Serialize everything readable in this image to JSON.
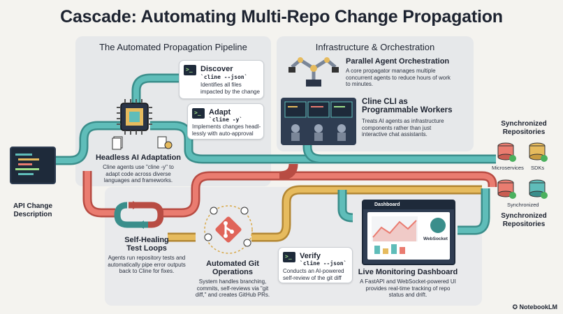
{
  "title": "Cascade: Automating Multi-Repo Change Propagation",
  "pipeline_panel_title": "The Automated Propagation Pipeline",
  "infra_panel_title": "Infrastructure & Orchestration",
  "api_change": {
    "label_line1": "API Change",
    "label_line2": "Description"
  },
  "discover": {
    "title": "Discover",
    "command": "`cline --json`",
    "desc_line1": "Identifies all files",
    "desc_line2": "impacted by the change"
  },
  "adapt": {
    "title": "Adapt",
    "command": "`cline -y`",
    "desc_line1": "Implements changes headl-",
    "desc_line2": "lessly with auto-approval"
  },
  "headless": {
    "title": "Headless AI Adaptation",
    "desc_line1": "Cline agents use \"cline -y\" to",
    "desc_line2": "adapt code across diverse",
    "desc_line3": "languages and frameworks."
  },
  "parallel": {
    "title": "Parallel Agent Orchestration",
    "desc_line1": "A core propagator manages multiple",
    "desc_line2": "concurrent agents to reduce hours of work",
    "desc_line3": "to minutes."
  },
  "workers": {
    "title_line1": "Cline CLI as",
    "title_line2": "Programmable Workers",
    "desc_line1": "Treats AI agents as infrastructure",
    "desc_line2": "components rather than just",
    "desc_line3": "interactive chat assistants."
  },
  "sync_top": {
    "label_line1": "Synchronized",
    "label_line2": "Repositories"
  },
  "microservices_label": "Microservices",
  "sdks_label": "SDKs",
  "synchronized_label": "Synchronized",
  "sync_bottom": {
    "label_line1": "Synchronized",
    "label_line2": "Repositories"
  },
  "self_healing": {
    "title_line1": "Self-Healing",
    "title_line2": "Test Loops",
    "desc_line1": "Agents run repository tests and",
    "desc_line2": "automatically pipe error outputs",
    "desc_line3": "back to Cline for fixes."
  },
  "git_ops": {
    "title_line1": "Automated Git",
    "title_line2": "Operations",
    "desc_line1": "System handles branching,",
    "desc_line2": "commits, self-reviews via \"git",
    "desc_line3": "diff,\" and creates GitHub PRs."
  },
  "verify": {
    "title": "Verify",
    "command": "`cline --json`",
    "desc_line1": "Conducts an AI-powered",
    "desc_line2": "self-review of the git diff"
  },
  "dashboard": {
    "window_label": "Dashboard",
    "websocket_label": "WebSocket",
    "title": "Live Monitoring Dashboard",
    "desc_line1": "A FastAPI and WebSocket-powered UI",
    "desc_line2": "provides real-time tracking of repo",
    "desc_line3": "status and drift."
  },
  "terminal_prompt": ">_",
  "notebooklm": "NotebookLM",
  "colors": {
    "teal": "#4aa7a4",
    "coral": "#e0655a",
    "gold": "#d8a848",
    "navy": "#1e2a3a",
    "panel": "#e6e8ea"
  }
}
